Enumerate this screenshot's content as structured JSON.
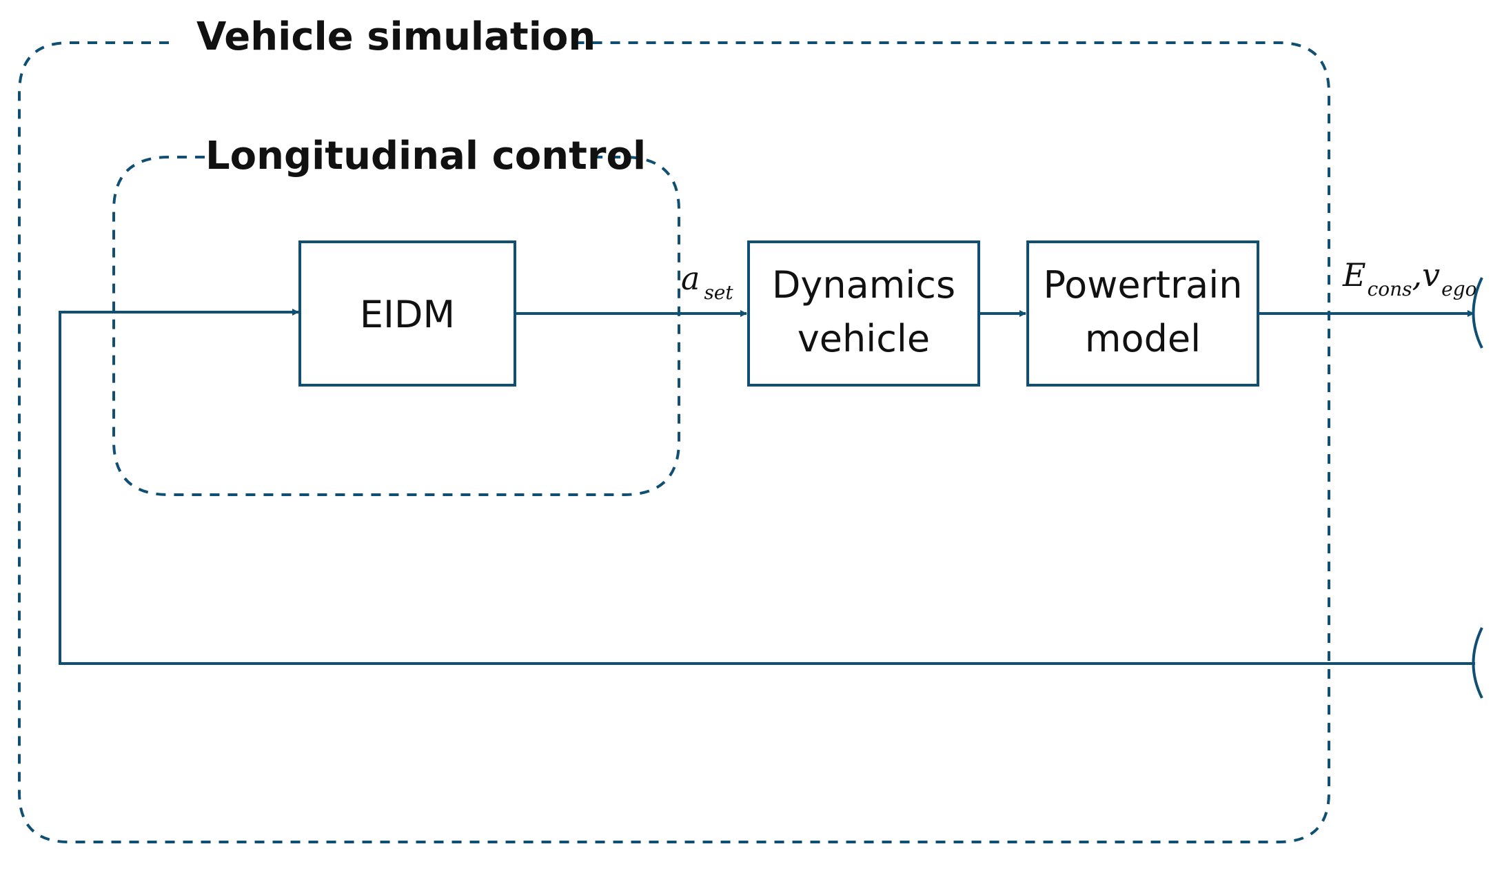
{
  "colors": {
    "stroke": "#0e4f73",
    "text": "#111111",
    "background": "#ffffff"
  },
  "groups": {
    "vehicle_simulation": "Vehicle simulation",
    "longitudinal_control": "Longitudinal control"
  },
  "blocks": {
    "eidm": "EIDM",
    "dynamics_line1": "Dynamics",
    "dynamics_line2": "vehicle",
    "powertrain_line1": "Powertrain",
    "powertrain_line2": "model"
  },
  "signals": {
    "a_set": {
      "main": "a",
      "sub": "set"
    },
    "outputs": {
      "e_main": "E",
      "e_sub": "cons",
      "separator": ",",
      "v_main": "v",
      "v_sub": "ego"
    }
  }
}
